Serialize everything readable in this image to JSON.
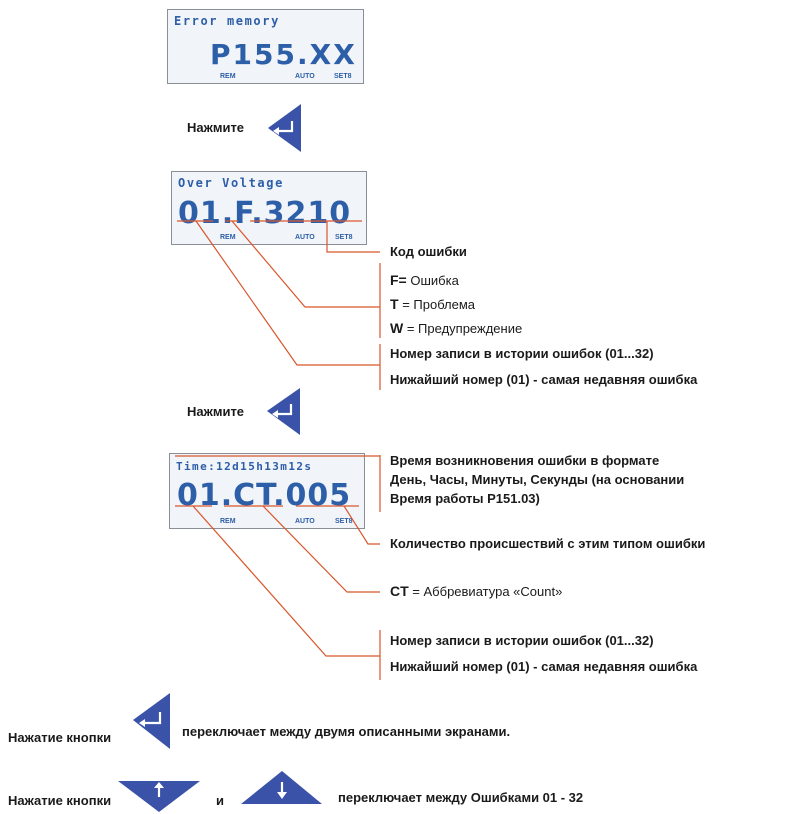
{
  "screen1": {
    "top": "Error memory",
    "big": "P155.XX",
    "ind": [
      "REM",
      "AUTO",
      "SET8"
    ]
  },
  "press_label": "Нажмите",
  "screen2": {
    "top": "Over Voltage",
    "big": "01.F.3210",
    "ind": [
      "REM",
      "AUTO",
      "SET8"
    ]
  },
  "s2_labels": {
    "code": "Код ошибки",
    "f_key": "F=",
    "f_val": "Ошибка",
    "t_key": "T",
    "t_val": "= Проблема",
    "w_key": "W",
    "w_val": "= Предупреждение",
    "rec1": "Номер записи в истории ошибок (01...32)",
    "rec2": "Нижайший номер (01) - самая недавняя ошибка"
  },
  "screen3": {
    "top": "Time:12d15h13m12s",
    "big": "01.CT.005",
    "ind": [
      "REM",
      "AUTO",
      "SET8"
    ]
  },
  "s3_labels": {
    "time1": "Время возникновения ошибки в формате",
    "time2": "День, Часы, Минуты, Секунды (на основании",
    "time3": "Время работы P151.03)",
    "count": "Количество происшествий с этим типом ошибки",
    "ct_key": "CT",
    "ct_val": "= Аббревиатура «Count»",
    "rec1": "Номер записи в истории ошибок (01...32)",
    "rec2": "Нижайший номер (01) - самая недавняя ошибка"
  },
  "bottom": {
    "line1_a": "Нажатие кнопки",
    "line1_b": "переключает между двумя описанными экранами.",
    "line2_a": "Нажатие кнопки",
    "line2_and": "и",
    "line2_b": "переключает между Ошибками 01 - 32"
  },
  "colors": {
    "lcd_text": "#2d5ea8",
    "button": "#3a52a8",
    "leader": "#d9572b"
  },
  "icons": [
    "enter-button-icon",
    "down-button-icon",
    "up-button-icon"
  ]
}
